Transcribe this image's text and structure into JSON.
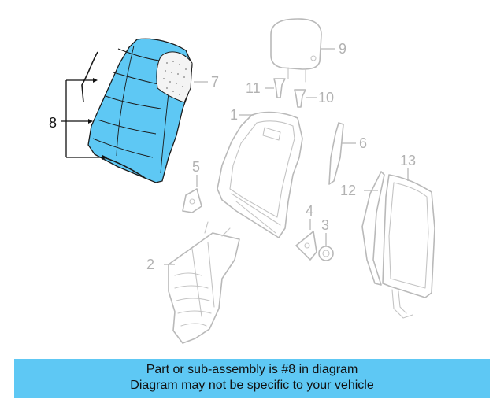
{
  "diagram": {
    "callouts": {
      "c1": "1",
      "c2": "2",
      "c3": "3",
      "c4": "4",
      "c5": "5",
      "c6": "6",
      "c7": "7",
      "c8": "8",
      "c9": "9",
      "c10": "10",
      "c11": "11",
      "c12": "12",
      "c13": "13"
    },
    "highlight_color": "#5ec8f4",
    "line_color": "#b9b9b9"
  },
  "caption": {
    "line1": "Part or sub-assembly is #8 in diagram",
    "line2": "Diagram may not be specific to your vehicle",
    "background": "#5ec8f4"
  }
}
